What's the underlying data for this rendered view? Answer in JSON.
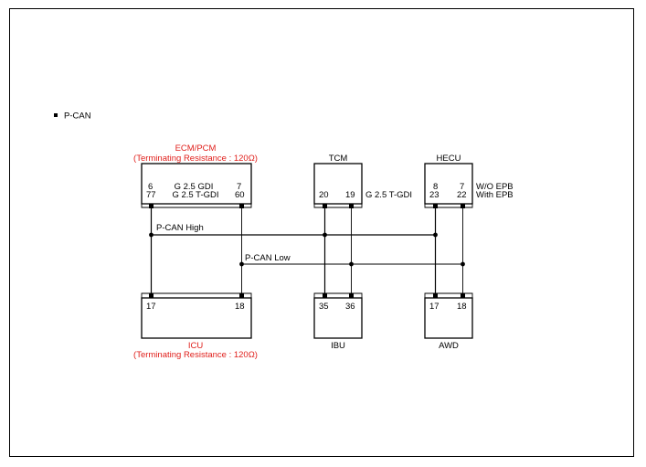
{
  "section_title": "P-CAN",
  "ecm": {
    "title": "ECM/PCM",
    "note": "(Terminating Resistance : 120Ω)",
    "pin_a1": "6",
    "pin_a2": "77",
    "pin_b1": "7",
    "pin_b2": "60",
    "variant1": "G 2.5 GDI",
    "variant2": "G 2.5 T-GDI"
  },
  "tcm": {
    "title": "TCM",
    "pin_a": "20",
    "pin_b": "19",
    "variant": "G 2.5 T-GDI"
  },
  "hecu": {
    "title": "HECU",
    "pin_a1": "8",
    "pin_a2": "23",
    "pin_b1": "7",
    "pin_b2": "22",
    "variant1": "W/O EPB",
    "variant2": "With EPB"
  },
  "bus": {
    "high": "P-CAN High",
    "low": "P-CAN Low"
  },
  "icu": {
    "title": "ICU",
    "note": "(Terminating Resistance : 120Ω)",
    "pin_a": "17",
    "pin_b": "18"
  },
  "ibu": {
    "title": "IBU",
    "pin_a": "35",
    "pin_b": "36"
  },
  "awd": {
    "title": "AWD",
    "pin_a": "17",
    "pin_b": "18"
  }
}
